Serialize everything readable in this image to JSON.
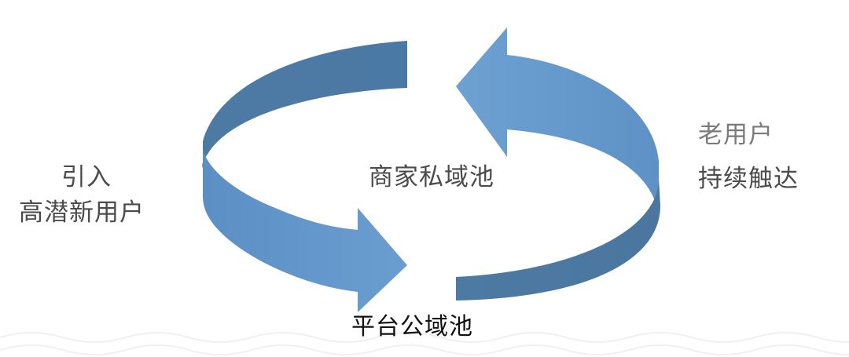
{
  "diagram": {
    "left_label_line1": "引入",
    "left_label_line2": "高潜新用户",
    "center_label": "商家私域池",
    "right_label_line1": "老用户",
    "right_label_line2": "持续触达",
    "bottom_label": "平台公域池",
    "colors": {
      "arrow_light": "#6699cc",
      "arrow_dark": "#4f7ea8",
      "text": "#4b4b4b",
      "bottom_text": "#111111",
      "wave": "#eef2f7"
    }
  }
}
